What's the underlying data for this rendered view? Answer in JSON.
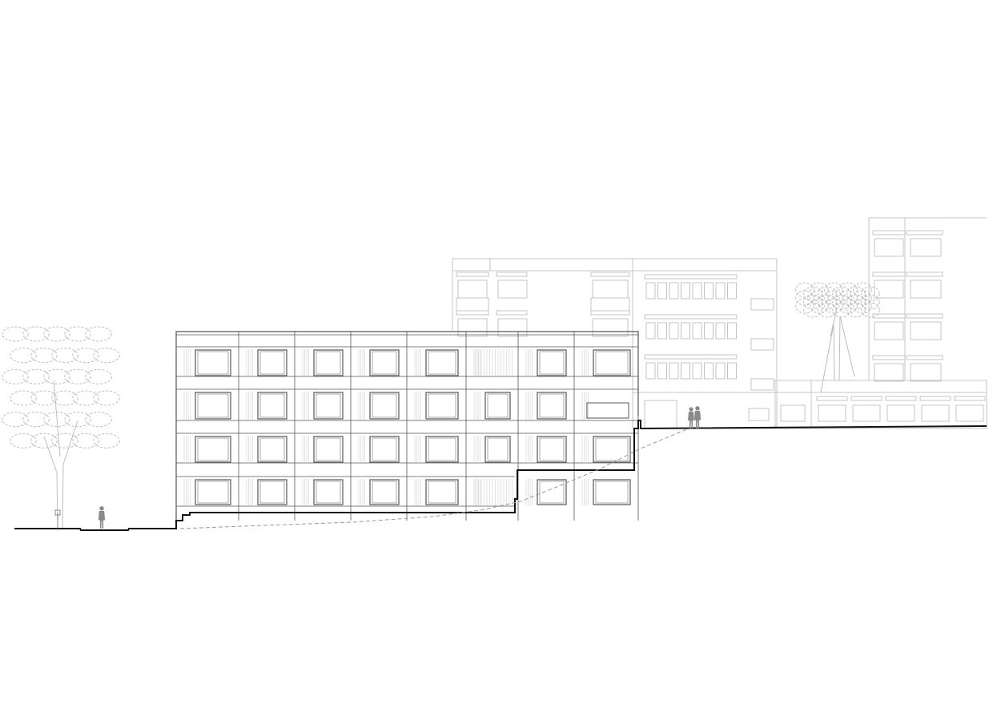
{
  "drawing": {
    "type": "architectural-elevation",
    "main_building": {
      "floors": 4,
      "window_bays": 8
    },
    "background_buildings": 3,
    "trees": 2,
    "figures": 3,
    "colors": {
      "background": "#ffffff",
      "main_line": "#555555",
      "ground_line": "#111111",
      "background_line": "#c4c4c4",
      "tree_line": "#bdbdbd",
      "figure_fill": "#8a8a8a",
      "dashed_terrain": "#9a9a9a"
    }
  }
}
